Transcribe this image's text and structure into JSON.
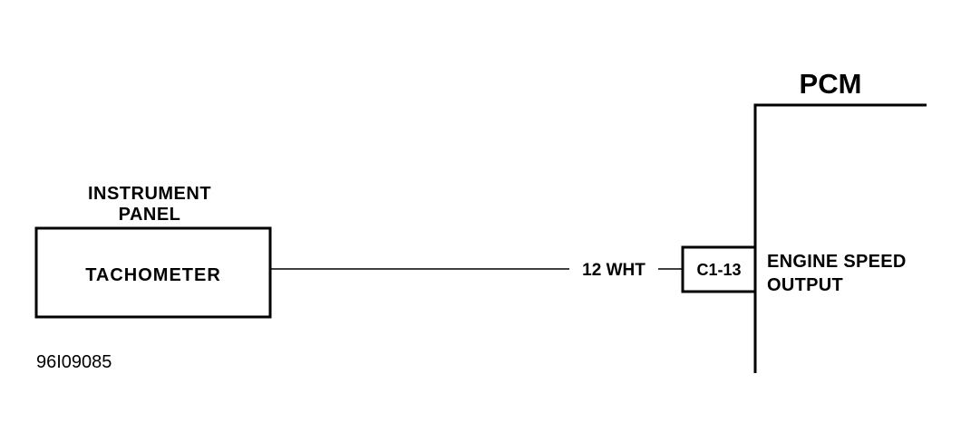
{
  "diagram": {
    "pcm_label": "PCM",
    "panel_label_line1": "INSTRUMENT",
    "panel_label_line2": "PANEL",
    "tachometer_label": "TACHOMETER",
    "wire_label": "12 WHT",
    "connector_label": "C1-13",
    "output_label_line1": "ENGINE SPEED",
    "output_label_line2": "OUTPUT",
    "figure_code": "96I09085"
  },
  "colors": {
    "line": "#000000",
    "background": "#ffffff"
  }
}
